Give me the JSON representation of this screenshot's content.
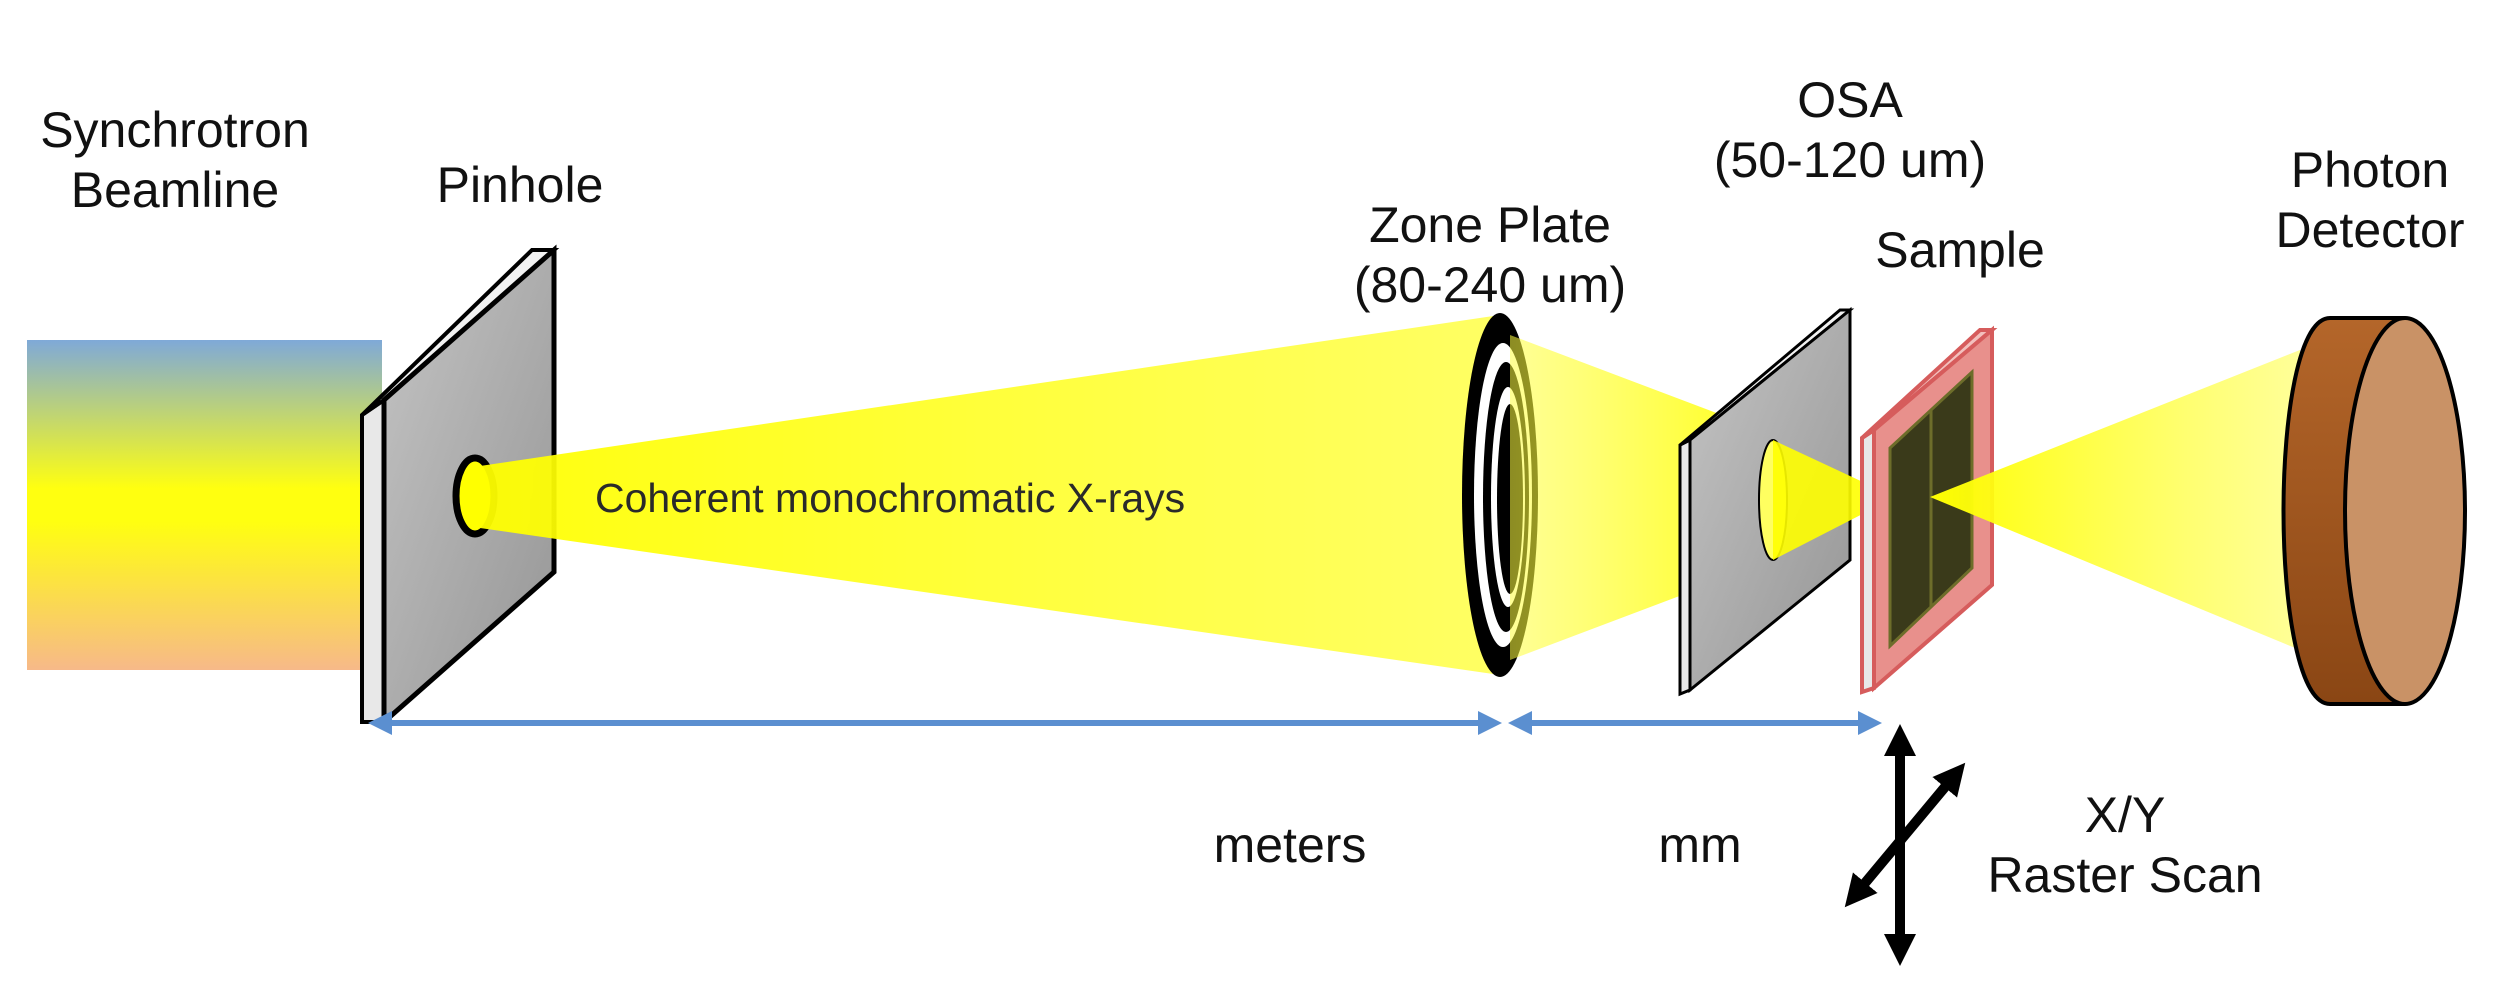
{
  "labels": {
    "source_line1": "Synchrotron",
    "source_line2": "Beamline",
    "pinhole": "Pinhole",
    "zone_plate_line1": "Zone Plate",
    "zone_plate_line2": "(80-240 um)",
    "osa_line1": "OSA",
    "osa_line2": "(50-120 um)",
    "sample": "Sample",
    "detector_line1": "Photon",
    "detector_line2": "Detector",
    "beam_caption": "Coherent monochromatic X-rays",
    "distance_long": "meters",
    "distance_short": "mm",
    "scan_line1": "X/Y",
    "scan_line2": "Raster Scan"
  },
  "colors": {
    "beam_yellow": "#ffff00",
    "source_blue": "#7fa9d8",
    "source_orange": "#f7b989",
    "dimension_arrow": "#5b8fd0",
    "detector_brown": "#a4561d",
    "detector_face": "#c99266",
    "sample_frame": "#e8908c",
    "plate_gray": "#a8a8a8"
  }
}
